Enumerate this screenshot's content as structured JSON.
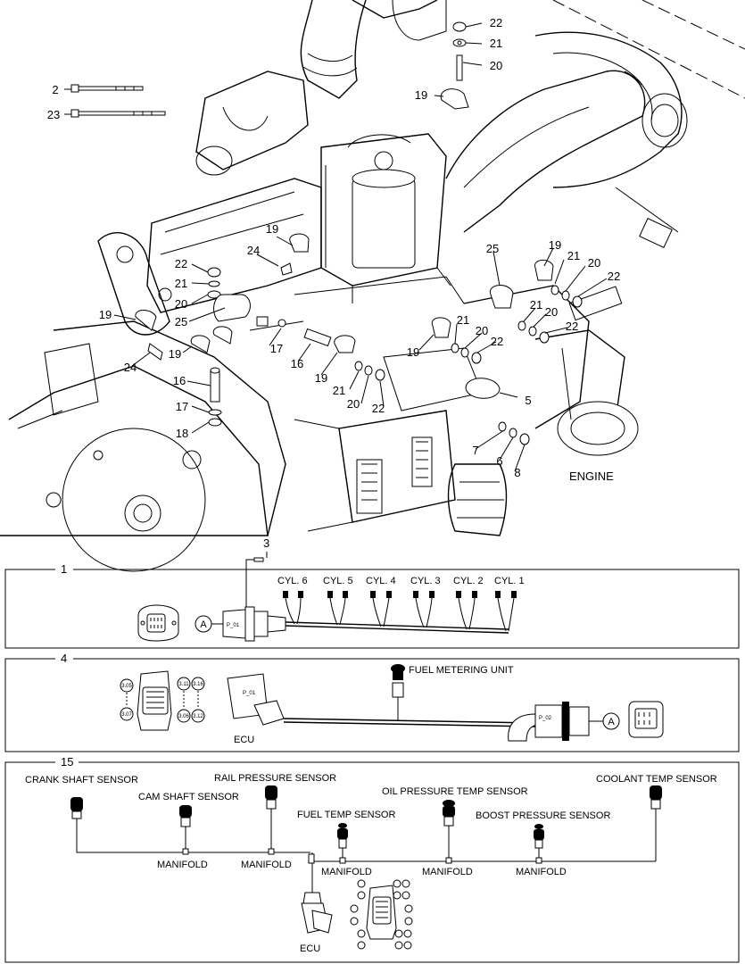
{
  "engine_view": {
    "caption": "ENGINE",
    "callouts": {
      "c22a": "22",
      "c21a": "21",
      "c20a": "20",
      "c19a": "19",
      "c2": "2",
      "c23": "23",
      "c19b": "19",
      "c24a": "24",
      "c22b": "22",
      "c21b": "21",
      "c20b": "20",
      "c19c": "19",
      "c25a": "25",
      "c19d": "19",
      "c24b": "24",
      "c16a": "16",
      "c17a": "17",
      "c18": "18",
      "c17b": "17",
      "c16b": "16",
      "c19e": "19",
      "c21c": "21",
      "c20c": "20",
      "c22c": "22",
      "c19f": "19",
      "c21d": "21",
      "c20d": "20",
      "c22d": "22",
      "c25b": "25",
      "c19g": "19",
      "c21e": "21",
      "c20e": "20",
      "c22e": "22",
      "c21f": "21",
      "c20f": "20",
      "c22f": "22",
      "c5": "5",
      "c7": "7",
      "c6": "6",
      "c8": "8"
    }
  },
  "panel1": {
    "number": "1",
    "screw_callout": "3",
    "connector_ref": "A",
    "plug_label": "P_01",
    "cylinders": [
      "CYL. 6",
      "CYL. 5",
      "CYL. 4",
      "CYL. 3",
      "CYL. 2",
      "CYL. 1"
    ]
  },
  "panel4": {
    "number": "4",
    "fuel_metering_label": "FUEL METERING UNIT",
    "ecu_label": "ECU",
    "plug_p01": "P_01",
    "plug_p02": "P_02",
    "connector_ref": "A",
    "pins": [
      "3.05",
      "3.07",
      "3.11",
      "3.16",
      "3.06",
      "3.12"
    ]
  },
  "panel15": {
    "number": "15",
    "sensors": {
      "crank": "CRANK SHAFT SENSOR",
      "cam": "CAM SHAFT SENSOR",
      "rail": "RAIL PRESSURE SENSOR",
      "fuel_temp": "FUEL TEMP SENSOR",
      "oil": "OIL PRESSURE TEMP SENSOR",
      "boost": "BOOST PRESSURE SENSOR",
      "coolant": "COOLANT TEMP SENSOR"
    },
    "manifold_labels": [
      "MANIFOLD",
      "MANIFOLD",
      "MANIFOLD",
      "MANIFOLD",
      "MANIFOLD"
    ],
    "ecu_label": "ECU"
  }
}
